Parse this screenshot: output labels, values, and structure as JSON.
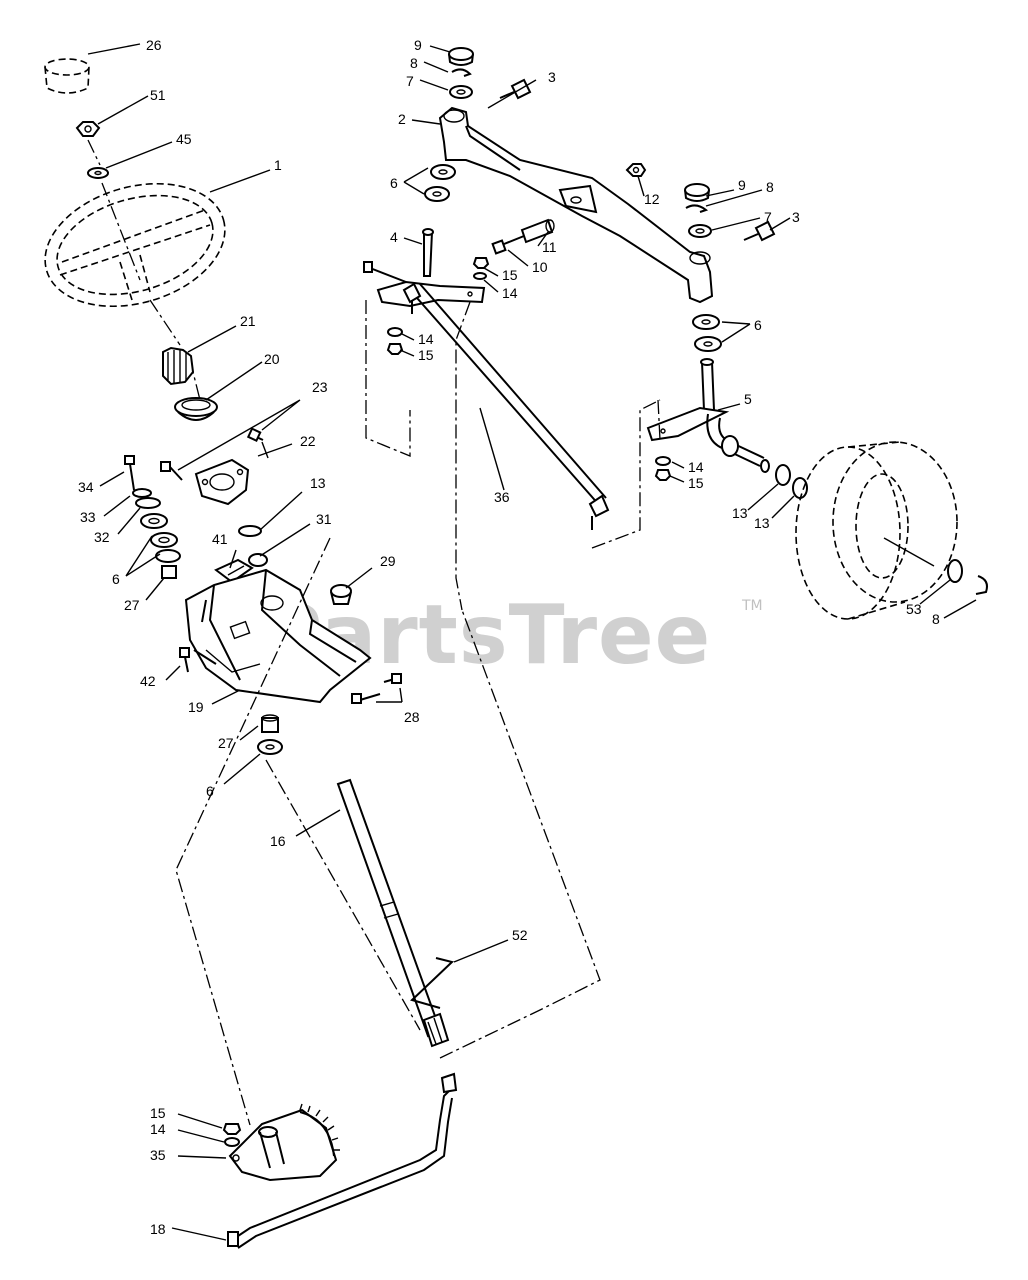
{
  "watermark": {
    "text": "PartsTree",
    "trademark": "TM"
  },
  "callouts": {
    "c26": "26",
    "c51": "51",
    "c45": "45",
    "c1": "1",
    "c21": "21",
    "c20": "20",
    "c23": "23",
    "c22": "22",
    "c34": "34",
    "c33": "33",
    "c32": "32",
    "c6a": "6",
    "c27a": "27",
    "c41": "41",
    "c13a": "13",
    "c31": "31",
    "c29": "29",
    "c42": "42",
    "c19": "19",
    "c28": "28",
    "c27b": "27",
    "c6b": "6",
    "c16": "16",
    "c52": "52",
    "c15a": "15",
    "c14a": "14",
    "c35": "35",
    "c18": "18",
    "c9a": "9",
    "c8a": "8",
    "c7a": "7",
    "c3a": "3",
    "c2": "2",
    "c6c": "6",
    "c4": "4",
    "c12": "12",
    "c11": "11",
    "c10": "10",
    "c15b": "15",
    "c14b": "14",
    "c14c": "14",
    "c15c": "15",
    "c9b": "9",
    "c8b": "8",
    "c7b": "7",
    "c3b": "3",
    "c6d": "6",
    "c5": "5",
    "c36": "36",
    "c14d": "14",
    "c15d": "15",
    "c13b": "13",
    "c13c": "13",
    "c53": "53",
    "c8c": "8"
  }
}
